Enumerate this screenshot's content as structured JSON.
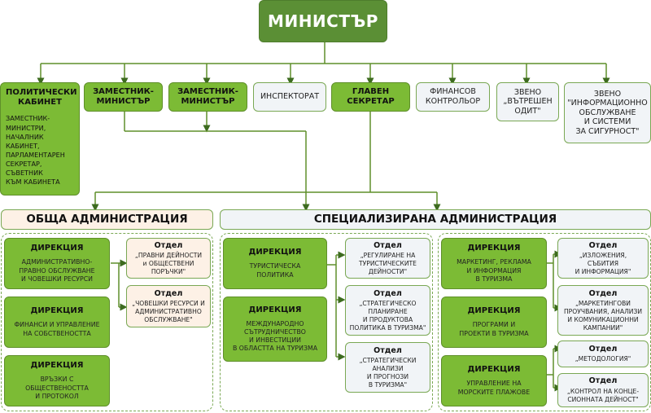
{
  "minister": "МИНИСТЪР",
  "top_row": {
    "political_cabinet": {
      "title": [
        "ПОЛИТИЧЕСКИ",
        "КАБИНЕТ"
      ],
      "members": [
        "ЗАМЕСТНИК-",
        "МИНИСТРИ,",
        "НАЧАЛНИК",
        "КАБИНЕТ,",
        "ПАРЛАМЕНТАРЕН",
        "СЕКРЕТАР,",
        "СЪВЕТНИК",
        "КЪМ КАБИНЕТА"
      ]
    },
    "deputy_minister_1": [
      "ЗАМЕСТНИК-",
      "МИНИСТЪР"
    ],
    "deputy_minister_2": [
      "ЗАМЕСТНИК-",
      "МИНИСТЪР"
    ],
    "inspectorate": "ИНСПЕКТОРАТ",
    "chief_secretary": [
      "ГЛАВЕН",
      "СЕКРЕТАР"
    ],
    "financial_controller": [
      "ФИНАНСОВ",
      "КОНТРОЛЬОР"
    ],
    "internal_audit": [
      "ЗВЕНО",
      "„ВЪТРЕШЕН",
      "ОДИТ\""
    ],
    "info_unit": [
      "ЗВЕНО",
      "\"ИНФОРМАЦИОННО",
      "ОБСЛУЖВАНЕ",
      "И СИСТЕМИ",
      "ЗА СИГУРНОСТ\""
    ]
  },
  "general_admin": {
    "title": "ОБЩА АДМИНИСТРАЦИЯ",
    "directorates": [
      {
        "head": "ДИРЕКЦИЯ",
        "name": [
          "АДМИНИСТРАТИВНО-",
          "ПРАВНО ОБСЛУЖВАНЕ",
          "И ЧОВЕШКИ РЕСУРСИ"
        ]
      },
      {
        "head": "ДИРЕКЦИЯ",
        "name": [
          "ФИНАНСИ И УПРАВЛЕНИЕ",
          "НА СОБСТВЕНОСТТА"
        ]
      },
      {
        "head": "ДИРЕКЦИЯ",
        "name": [
          "ВРЪЗКИ С",
          "ОБЩЕСТВЕНОСТТА",
          "И ПРОТОКОЛ"
        ]
      }
    ],
    "departments": [
      {
        "head": "Отдел",
        "name": [
          "„ПРАВНИ ДЕЙНОСТИ",
          "и ОБЩЕСТВЕНИ",
          "ПОРЪЧКИ\""
        ]
      },
      {
        "head": "Отдел",
        "name": [
          "„ЧОВЕШКИ РЕСУРСИ И",
          "АДМИНИСТРАТИВНО",
          "ОБСЛУЖВАНЕ\""
        ]
      }
    ]
  },
  "specialized_admin": {
    "title": "СПЕЦИАЛИЗИРАНА АДМИНИСТРАЦИЯ",
    "group1": {
      "directorates": [
        {
          "head": "ДИРЕКЦИЯ",
          "name": [
            "ТУРИСТИЧЕСКА",
            "ПОЛИТИКА"
          ]
        },
        {
          "head": "ДИРЕКЦИЯ",
          "name": [
            "МЕЖДУНАРОДНО",
            "СЪТРУДНИЧЕСТВО",
            "И ИНВЕСТИЦИИ",
            "В ОБЛАСТТА НА ТУРИЗМА"
          ]
        }
      ],
      "departments": [
        {
          "head": "Отдел",
          "name": [
            "„РЕГУЛИРАНЕ НА",
            "ТУРИСТИЧЕСКИТЕ",
            "ДЕЙНОСТИ\""
          ]
        },
        {
          "head": "Отдел",
          "name": [
            "„СТРАТЕГИЧЕСКО",
            "ПЛАНИРАНЕ",
            "И ПРОДУКТОВА",
            "ПОЛИТИКА В ТУРИЗМА\""
          ]
        },
        {
          "head": "Отдел",
          "name": [
            "„СТРАТЕГИЧЕСКИ",
            "АНАЛИЗИ",
            "И ПРОГНОЗИ",
            "В ТУРИЗМА\""
          ]
        }
      ]
    },
    "group2": {
      "directorates": [
        {
          "head": "ДИРЕКЦИЯ",
          "name": [
            "МАРКЕТИНГ, РЕКЛАМА",
            "И ИНФОРМАЦИЯ",
            "В ТУРИЗМА"
          ]
        },
        {
          "head": "ДИРЕКЦИЯ",
          "name": [
            "ПРОГРАМИ И",
            "ПРОЕКТИ В ТУРИЗМА"
          ]
        },
        {
          "head": "ДИРЕКЦИЯ",
          "name": [
            "УПРАВЛЕНИЕ НА",
            "МОРСКИТЕ ПЛАЖОВЕ"
          ]
        }
      ],
      "departments": [
        {
          "head": "Отдел",
          "name": [
            "„ИЗЛОЖЕНИЯ,",
            "СЪБИТИЯ",
            "И ИНФОРМАЦИЯ\""
          ]
        },
        {
          "head": "Отдел",
          "name": [
            "„МАРКЕТИНГОВИ",
            "ПРОУЧВАНИЯ, АНАЛИЗИ",
            "И КОМУНИКАЦИОННИ",
            "КАМПАНИИ\""
          ]
        },
        {
          "head": "Отдел",
          "name": [
            "„МЕТОДОЛОГИЯ\""
          ]
        },
        {
          "head": "Отдел",
          "name": [
            "„КОНТРОЛ НА КОНЦЕ-",
            "СИОННАТА ДЕЙНОСТ\""
          ]
        }
      ]
    }
  },
  "colors": {
    "minister": "#5b8f35",
    "bright_green": "#7cbb35",
    "line": "#5f8f2a",
    "light_box": "#f1f4f7",
    "cream_box": "#fdf1e6"
  }
}
